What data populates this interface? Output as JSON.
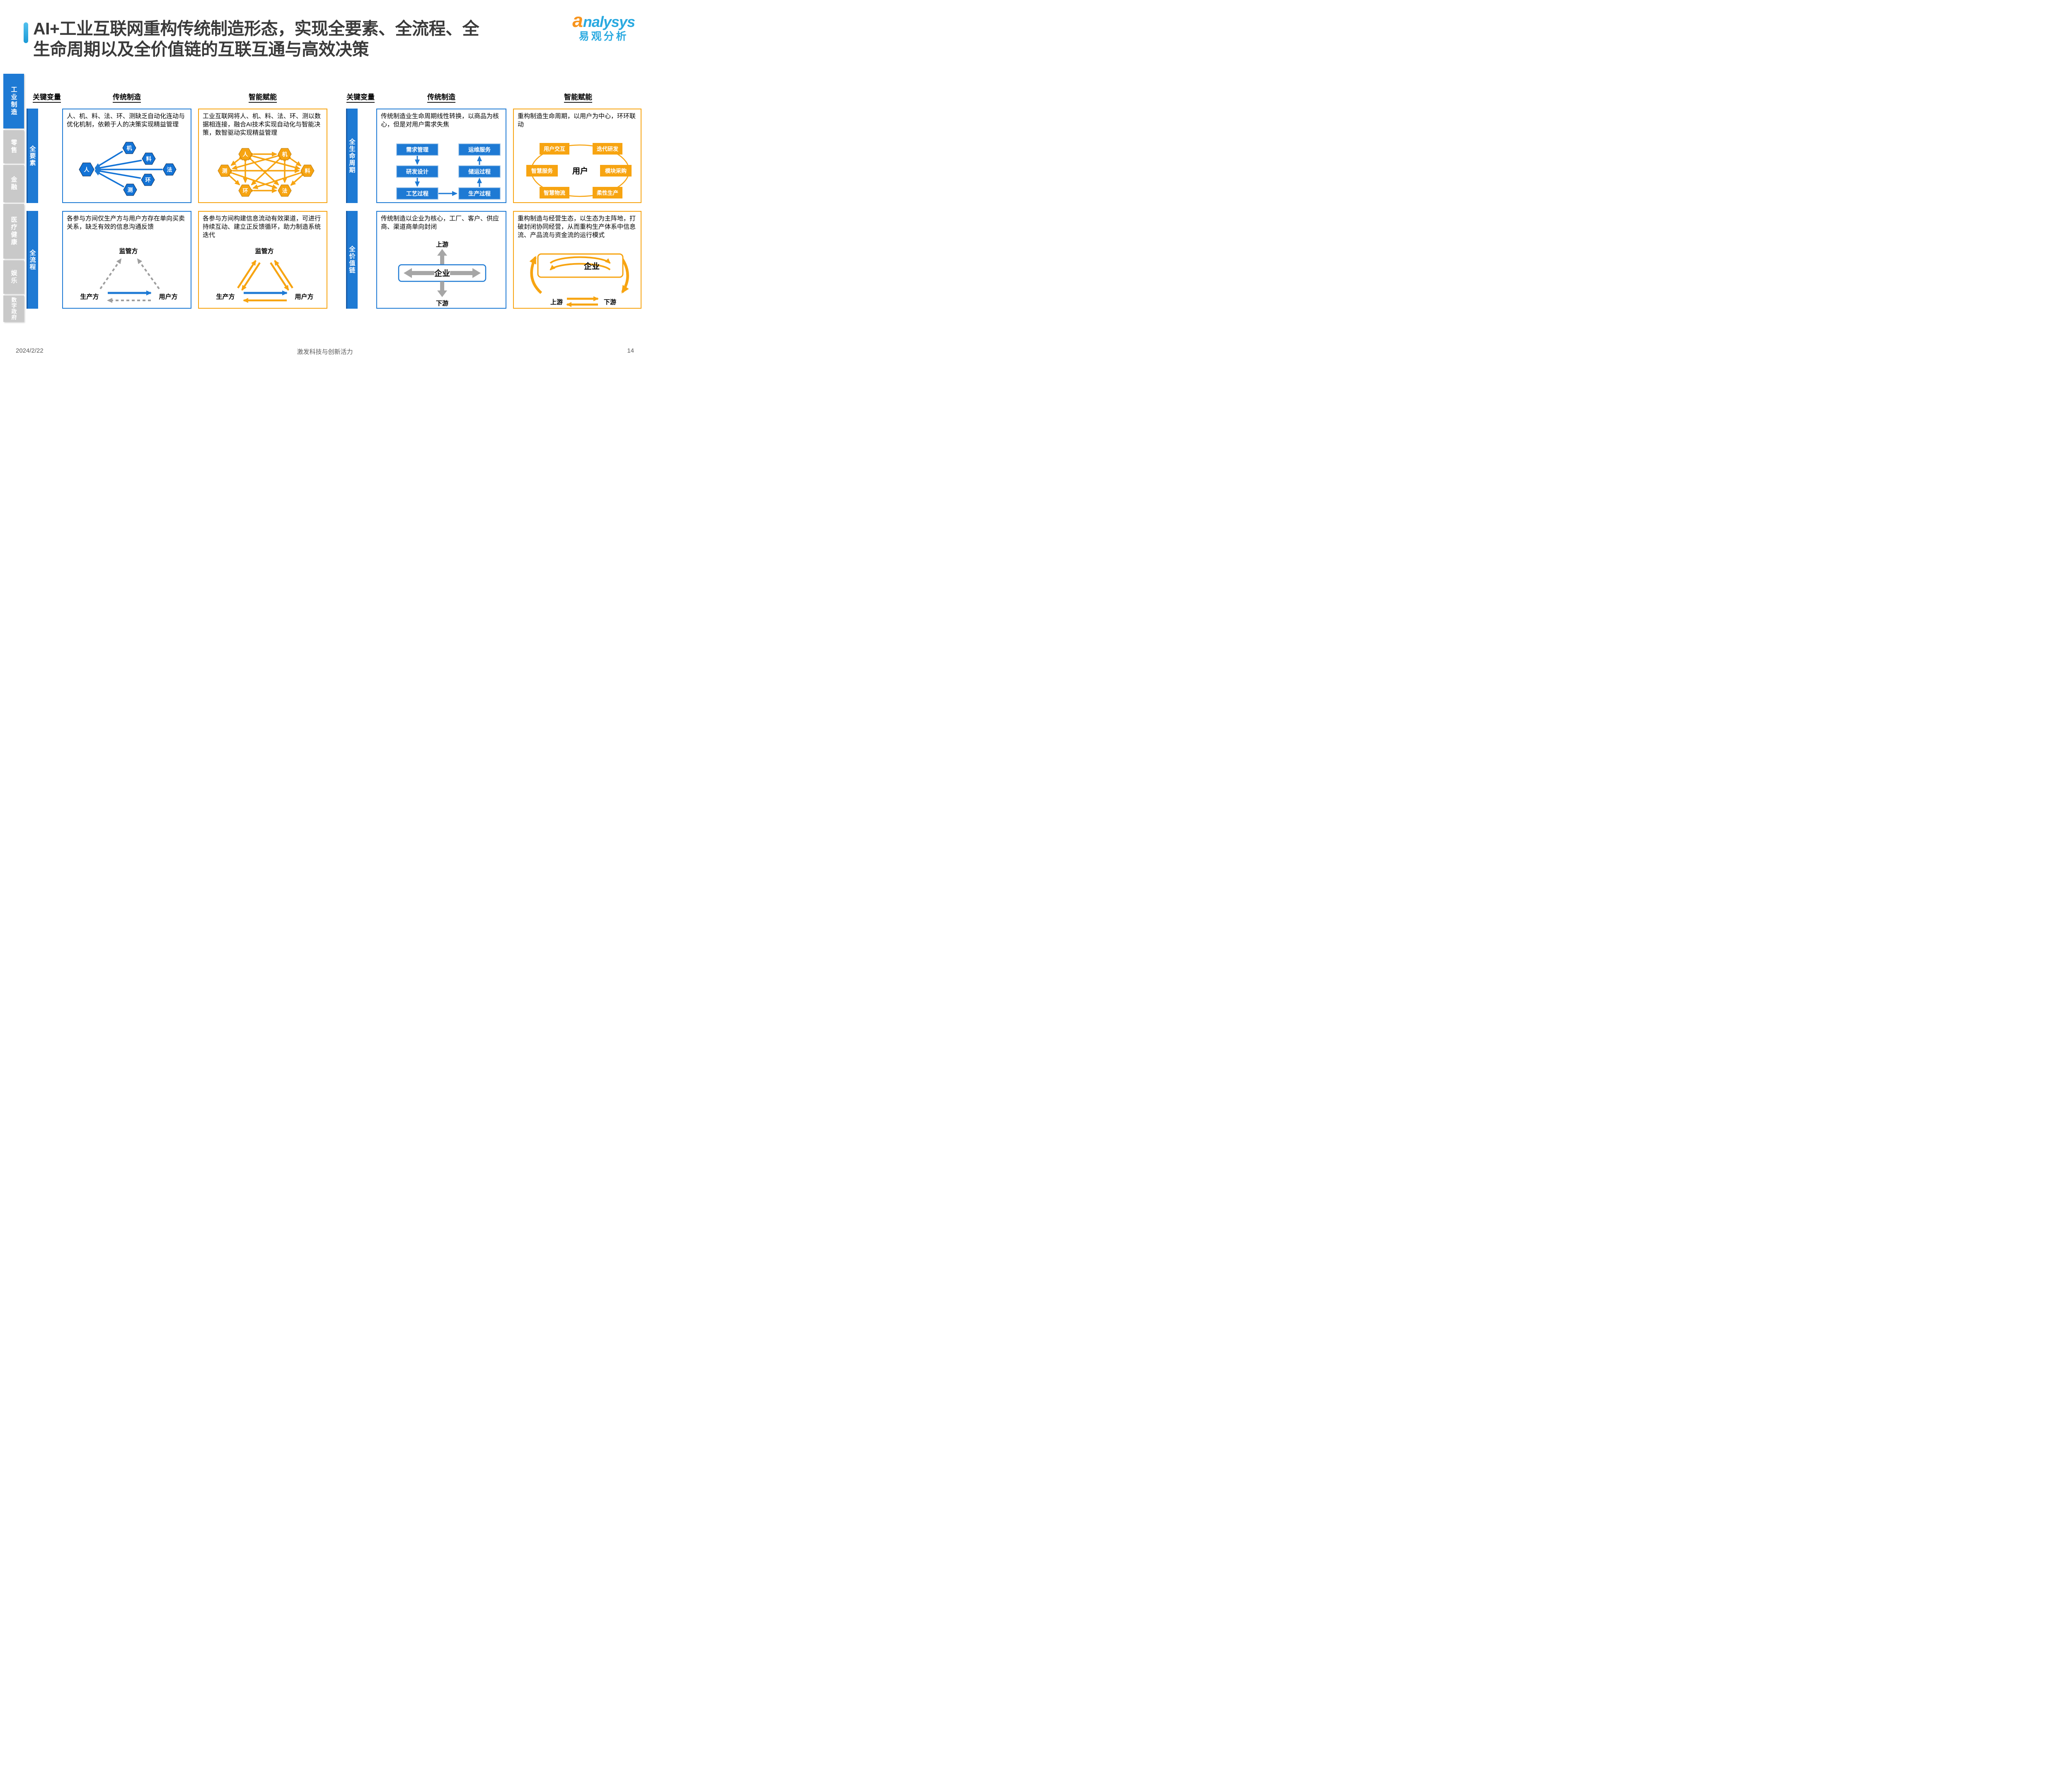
{
  "header": {
    "title_line1": "AI+工业互联网重构传统制造形态，实现全要素、全流程、全",
    "title_line2": "生命周期以及全价值链的互联互通与高效决策",
    "logo_a": "a",
    "logo_rest": "nalysys",
    "logo_cn": "易观分析"
  },
  "sidebar": {
    "items": [
      {
        "label": "工业制造"
      },
      {
        "label": "零售"
      },
      {
        "label": "金融"
      },
      {
        "label": "医疗健康"
      },
      {
        "label": "娱乐"
      },
      {
        "label": "数字政府"
      }
    ]
  },
  "headers_left": {
    "key": "关键变量",
    "trad": "传统制造",
    "smart": "智能赋能"
  },
  "headers_right": {
    "key": "关键变量",
    "trad": "传统制造",
    "smart": "智能赋能"
  },
  "bars": {
    "factor": "全要素",
    "process": "全流程",
    "lifecycle": "全生命周期",
    "value": "全价值链"
  },
  "factor_trad": {
    "text": "人、机、料、法、环、测缺乏自动化连动与优化机制，依赖于人的决策实现精益管理",
    "nodes": [
      "人",
      "机",
      "料",
      "法",
      "环",
      "测"
    ]
  },
  "factor_smart": {
    "text": "工业互联网将人、机、料、法、环、测以数据相连接，融合AI技术实现自动化与智能决策，数智驱动实现精益管理",
    "nodes": [
      "人",
      "机",
      "测",
      "料",
      "环",
      "法"
    ]
  },
  "lifecycle_trad": {
    "text": "传统制造业生命周期线性转换，以商品为核心，但是对用户需求失焦",
    "steps": [
      "需求管理",
      "研发设计",
      "工艺过程",
      "生产过程",
      "储运过程",
      "运维服务"
    ]
  },
  "lifecycle_smart": {
    "text": "重构制造生命周期，以用户为中心，环环联动",
    "center": "用户",
    "nodes": [
      "用户交互",
      "迭代研发",
      "智慧服务",
      "模块采购",
      "智慧物流",
      "柔性生产"
    ]
  },
  "process_trad": {
    "text": "各参与方间仅生产方与用户方存在单向买卖关系，缺乏有效的信息沟通反馈",
    "top": "监管方",
    "left": "生产方",
    "right": "用户方"
  },
  "process_smart": {
    "text": "各参与方间构建信息流动有效渠道，可进行持续互动、建立正反馈循环，助力制造系统迭代",
    "top": "监管方",
    "left": "生产方",
    "right": "用户方"
  },
  "value_trad": {
    "text": "传统制造以企业为核心，工厂、客户、供应商、渠道商单向封闭",
    "up": "上游",
    "center": "企业",
    "down": "下游"
  },
  "value_smart": {
    "text": "重构制造与经营生态，以生态为主阵地，打破封闭协同经营，从而重构生产体系中信息流、产品流与资金流的运行模式",
    "up": "上游",
    "center": "企业",
    "down": "下游"
  },
  "footer": {
    "date": "2024/2/22",
    "slogan": "激发科技与创新活力",
    "page": "14"
  },
  "colors": {
    "blue": "#1e7ad4",
    "orange": "#f7a411",
    "light_blue": "#35a8e0",
    "gray_arrow": "#a6a6a6",
    "tab_gray": "#c9c9c9"
  }
}
